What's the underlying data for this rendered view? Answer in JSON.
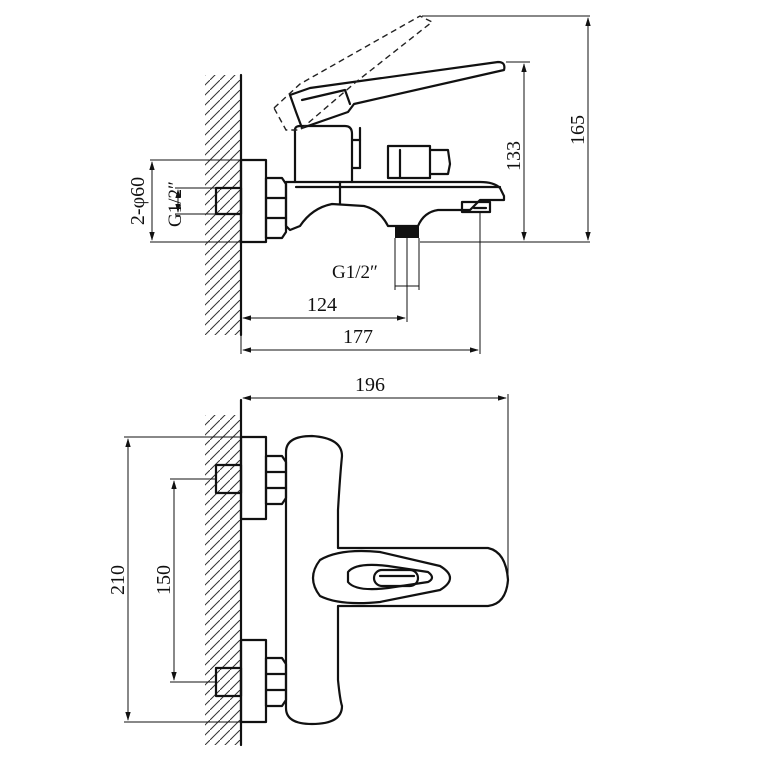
{
  "side_view": {
    "dim_height_outlet": "133",
    "dim_height_total": "165",
    "dim_inlet_thread": "G1/2″",
    "dim_inlet_diameter": "2-φ60",
    "dim_outlet_thread": "G1/2″",
    "dim_outlet_distance": "124",
    "dim_spout_length": "177"
  },
  "top_view": {
    "dim_width": "196",
    "dim_overall": "210",
    "dim_center_distance": "150"
  }
}
